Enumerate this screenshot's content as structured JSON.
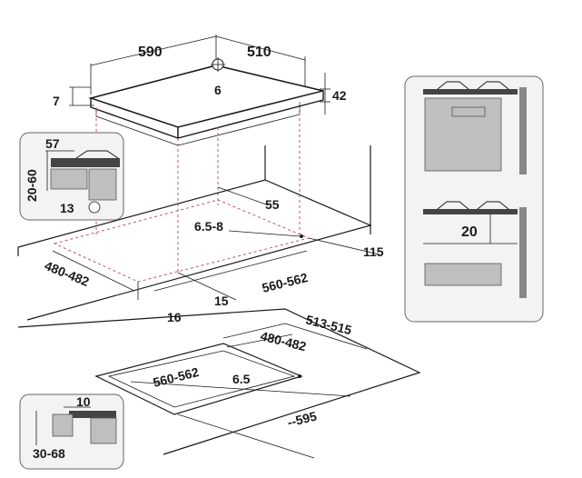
{
  "top_hob": {
    "width": "590",
    "depth": "510",
    "burner_mark": "6",
    "thickness_left": "7",
    "thickness_right": "42"
  },
  "cutout_main": {
    "back_clearance": "55",
    "corner_radius": "6.5-8",
    "side_clearance": "115",
    "cut_depth": "480-482",
    "cut_width": "560-562",
    "front_gap": "15",
    "front_margin": "16"
  },
  "detail_top_left": {
    "width": "57",
    "height": "20-60",
    "gas_offset": "13"
  },
  "cutout_flush": {
    "outer_depth": "513-515",
    "inner_depth": "480-482",
    "inner_width": "560-562",
    "corner_radius": "6.5",
    "outer_width": "--595"
  },
  "detail_bottom_left": {
    "step": "10",
    "height": "30-68"
  },
  "detail_right": {
    "gap": "20"
  }
}
